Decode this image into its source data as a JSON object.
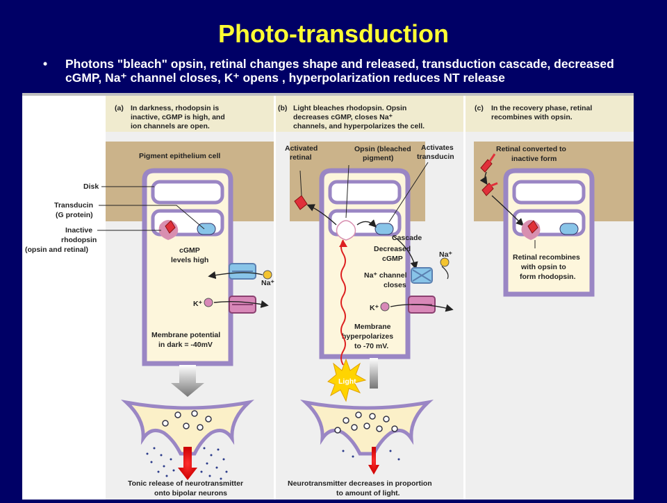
{
  "title": "Photo-transduction",
  "bullet": {
    "marker": "•",
    "line1": "Photons \"bleach\" opsin,  retinal changes shape and released, transduction cascade, decreased",
    "line2": "cGMP, Na⁺ channel closes, K⁺ opens , hyperpolarization reduces NT release"
  },
  "colors": {
    "background": "#000066",
    "title": "#ffff33",
    "panel_header": "#f0ebcf",
    "epithelium": "#cbb38a",
    "membrane": "#9a86c4",
    "cell_body": "#fdf6dc",
    "terminal": "#fbf0c8",
    "rhodopsin": "#d88fb0",
    "retinal": "#e0303a",
    "transducin": "#88c4e8",
    "arrow": "#dd2020"
  },
  "left_labels": {
    "disk": "Disk",
    "transducin_1": "Transducin",
    "transducin_2": "(G protein)",
    "inactive_1": "Inactive",
    "inactive_2": "rhodopsin",
    "inactive_3": "(opsin and retinal)"
  },
  "panel_a": {
    "letter": "(a)",
    "header_1": "In darkness, rhodopsin is",
    "header_2": "inactive, cGMP is high, and",
    "header_3": "ion channels are open.",
    "pigment": "Pigment epithelium cell",
    "cgmp_1": "cGMP",
    "cgmp_2": "levels high",
    "na": "Na⁺",
    "k": "K⁺",
    "membrane_1": "Membrane potential",
    "membrane_2": "in dark = -40mV",
    "caption_1": "Tonic release of neurotransmitter",
    "caption_2": "onto bipolar neurons"
  },
  "panel_b": {
    "letter": "(b)",
    "header_1": "Light bleaches rhodopsin. Opsin",
    "header_2": "decreases cGMP, closes Na⁺",
    "header_3": "channels, and hyperpolarizes the cell.",
    "activated_retinal_1": "Activated",
    "activated_retinal_2": "retinal",
    "opsin_1": "Opsin (bleached",
    "opsin_2": "pigment)",
    "activates_1": "Activates",
    "activates_2": "transducin",
    "cascade": "Cascade",
    "decreased_1": "Decreased",
    "decreased_2": "cGMP",
    "na": "Na⁺",
    "channel_1": "Na⁺ channel",
    "channel_2": "closes",
    "k": "K⁺",
    "hyper_1": "Membrane",
    "hyper_2": "hyperpolarizes",
    "hyper_3": "to -70 mV.",
    "light": "Light",
    "caption_1": "Neurotransmitter decreases in proportion",
    "caption_2": "to amount of light."
  },
  "panel_c": {
    "letter": "(c)",
    "header_1": "In the recovery phase, retinal",
    "header_2": "recombines with opsin.",
    "converted_1": "Retinal converted to",
    "converted_2": "inactive form",
    "recombines_1": "Retinal recombines",
    "recombines_2": "with opsin to",
    "recombines_3": "form rhodopsin."
  }
}
